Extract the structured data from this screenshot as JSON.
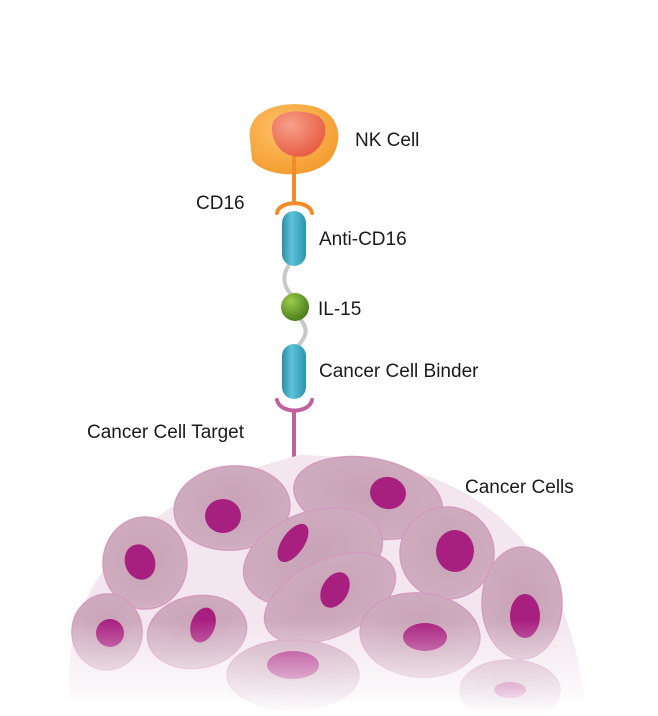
{
  "labels": {
    "nk_cell": "NK Cell",
    "cd16": "CD16",
    "anti_cd16": "Anti-CD16",
    "il15": "IL-15",
    "cancer_cell_binder": "Cancer Cell Binder",
    "cancer_cell_target": "Cancer Cell Target",
    "cancer_cells": "Cancer Cells"
  },
  "colors": {
    "nk_cell": "#f7a13a",
    "nk_nucleus": "#ee6b4d",
    "cd16": "#f38a2a",
    "binder": "#3aa9c4",
    "il15": "#5f9a2a",
    "linker": "#c8c8c8",
    "target": "#c0609e",
    "cancer_cell": "#cfa8bd",
    "cancer_nucleus": "#a8207f"
  }
}
